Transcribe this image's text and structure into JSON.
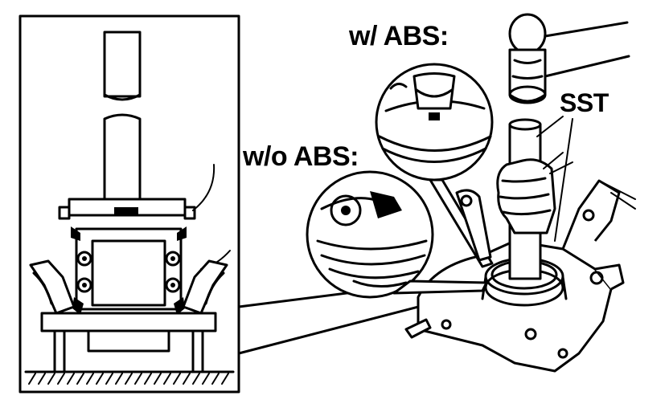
{
  "labels": {
    "with_abs": "w/ ABS:",
    "without_abs": "w/o ABS:",
    "sst": "SST"
  },
  "colors": {
    "ink": "#000000",
    "paper": "#ffffff"
  }
}
